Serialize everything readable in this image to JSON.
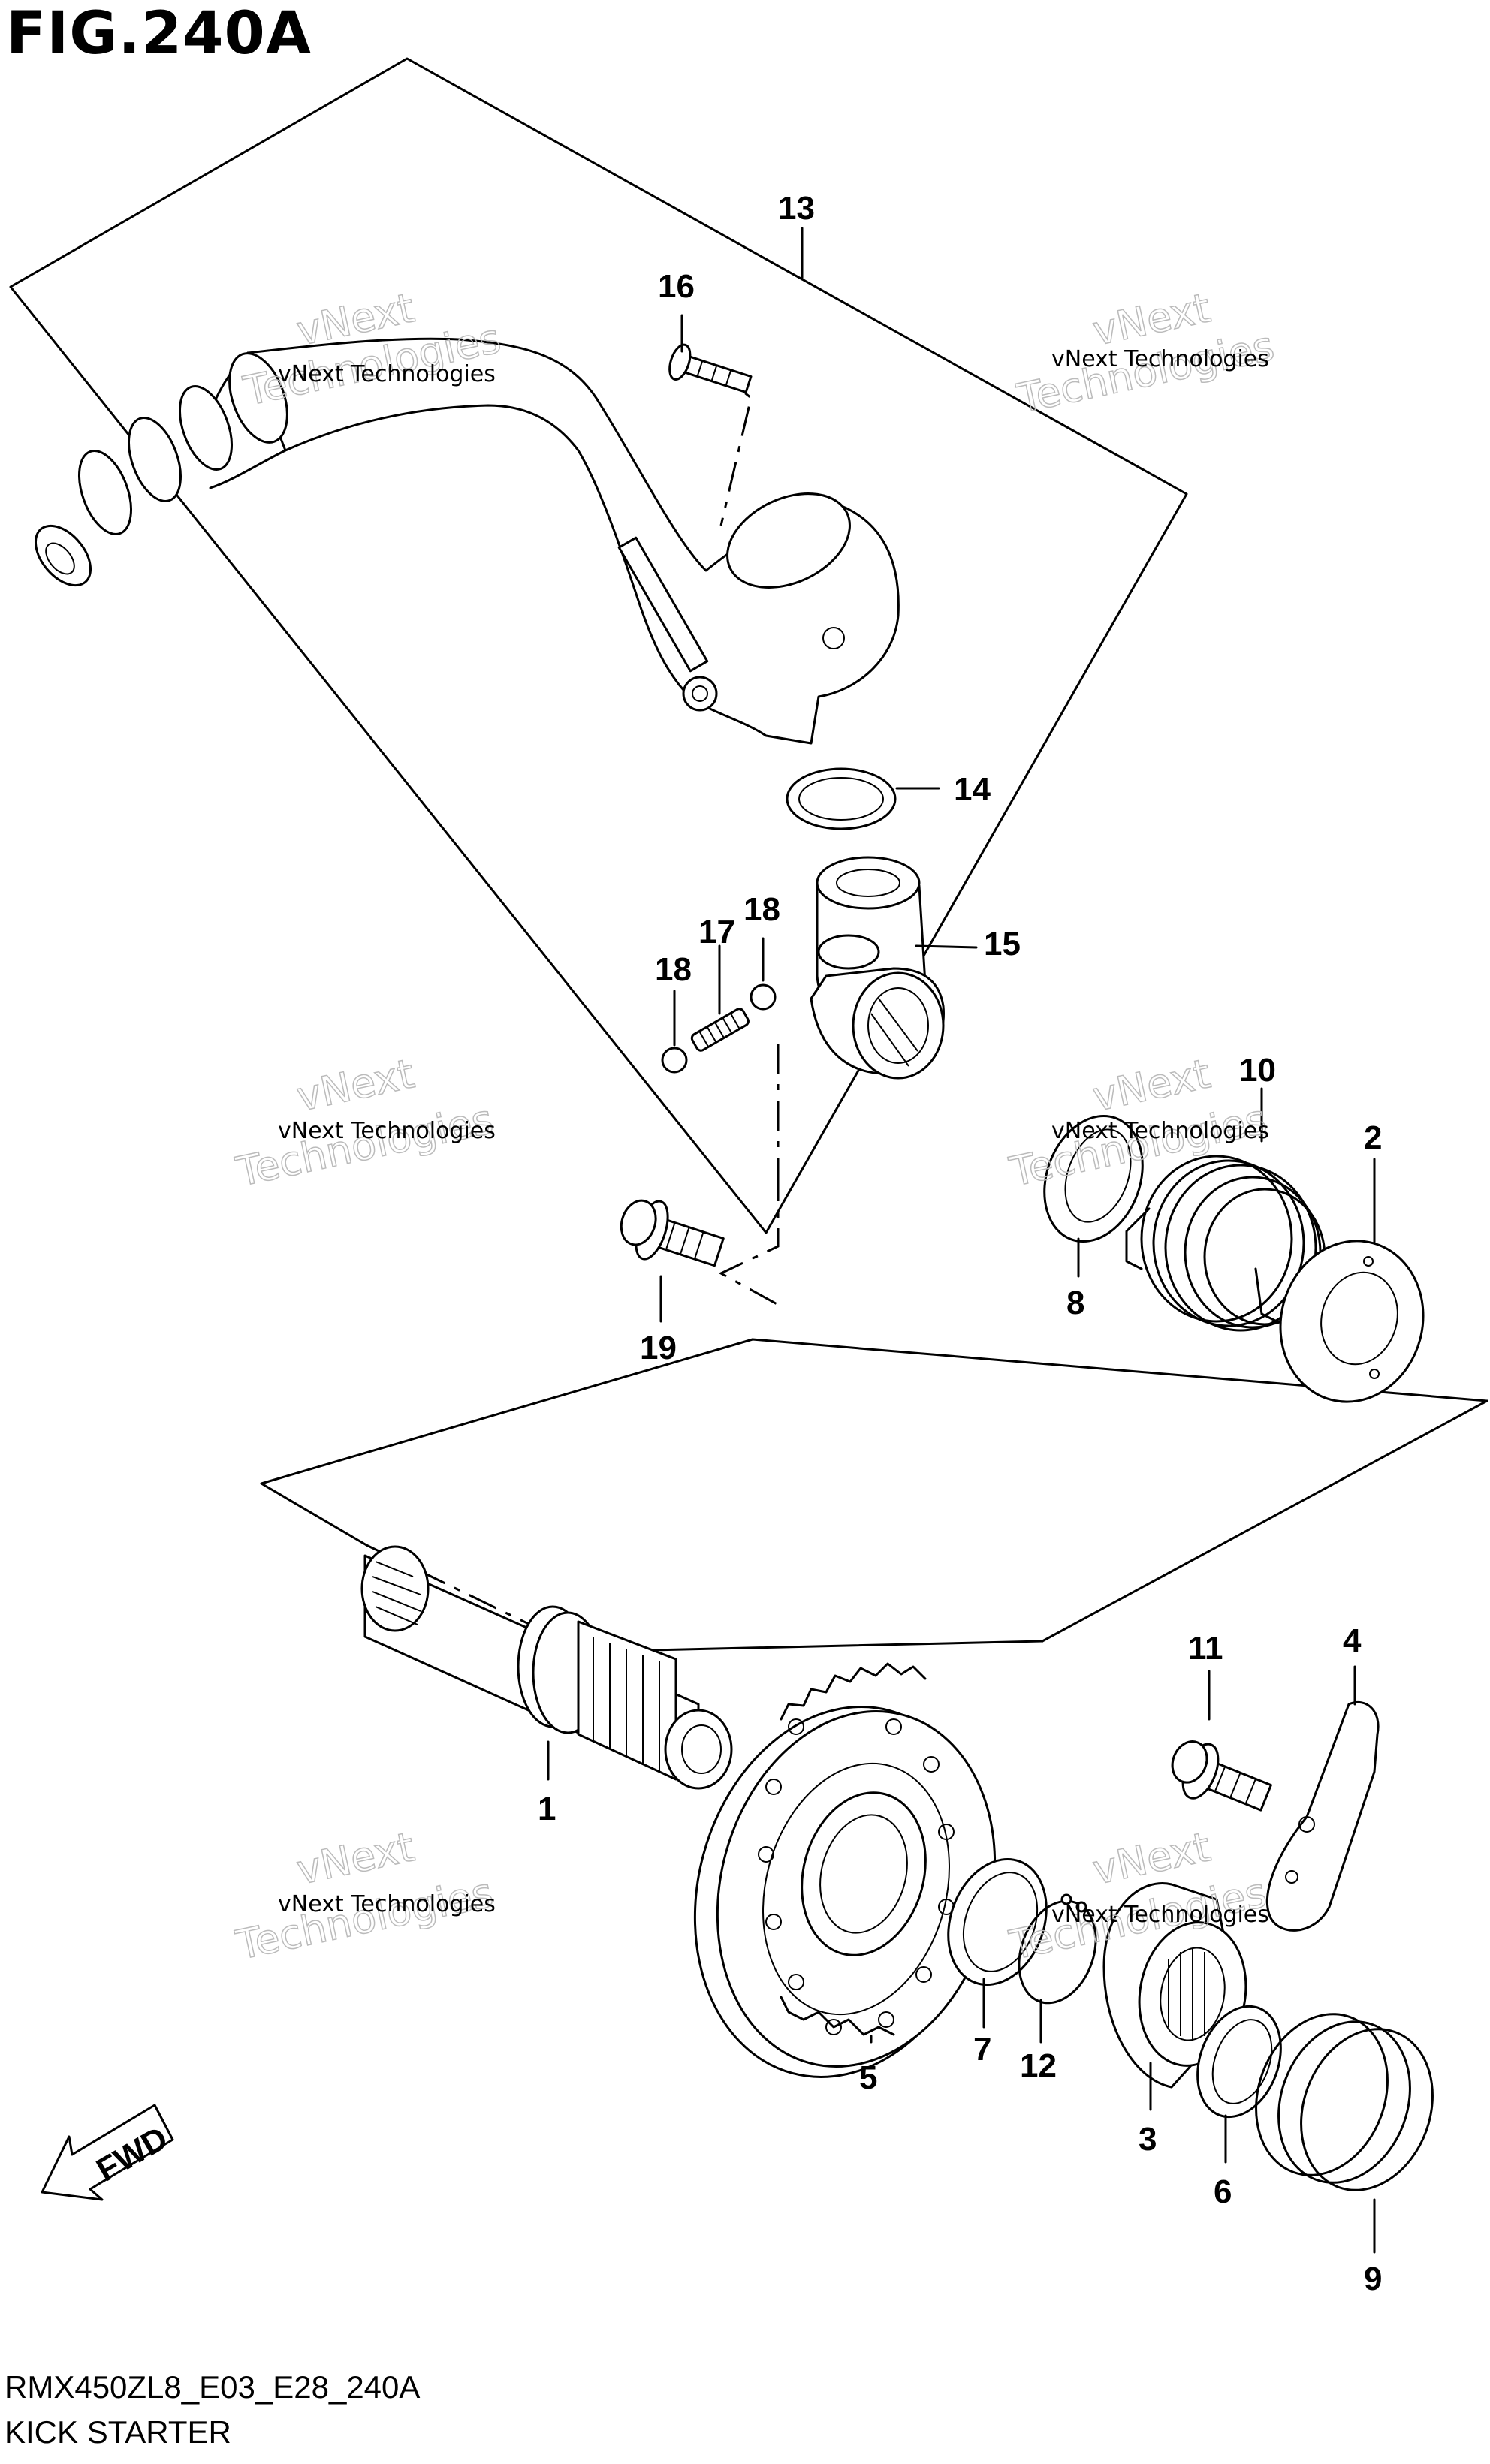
{
  "figure": {
    "title": "FIG.240A",
    "code": "RMX450ZL8_E03_E28_240A",
    "subtitle": "KICK STARTER",
    "fwd_label": "FWD"
  },
  "watermark": {
    "line1": "vNext",
    "line2": "Technologies",
    "small": "vNext Technologies"
  },
  "callouts": [
    {
      "id": "c1",
      "label": "1"
    },
    {
      "id": "c2",
      "label": "2"
    },
    {
      "id": "c3",
      "label": "3"
    },
    {
      "id": "c4",
      "label": "4"
    },
    {
      "id": "c5",
      "label": "5"
    },
    {
      "id": "c6",
      "label": "6"
    },
    {
      "id": "c7",
      "label": "7"
    },
    {
      "id": "c8",
      "label": "8"
    },
    {
      "id": "c9",
      "label": "9"
    },
    {
      "id": "c10",
      "label": "10"
    },
    {
      "id": "c11",
      "label": "11"
    },
    {
      "id": "c12",
      "label": "12"
    },
    {
      "id": "c13",
      "label": "13"
    },
    {
      "id": "c14",
      "label": "14"
    },
    {
      "id": "c15",
      "label": "15"
    },
    {
      "id": "c16",
      "label": "16"
    },
    {
      "id": "c17",
      "label": "17"
    },
    {
      "id": "c18a",
      "label": "18"
    },
    {
      "id": "c18b",
      "label": "18"
    },
    {
      "id": "c19",
      "label": "19"
    }
  ]
}
